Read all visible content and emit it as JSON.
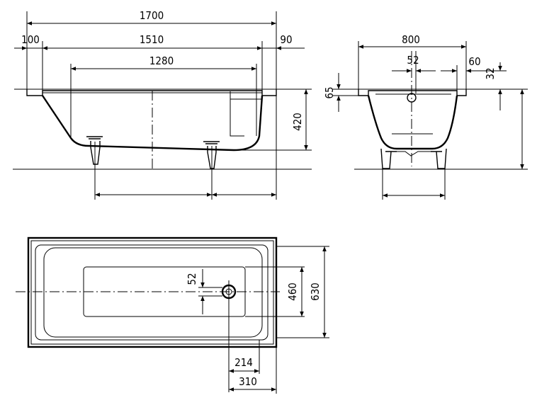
{
  "dimensions": {
    "overall_length": "1700",
    "left_rim": "100",
    "inner_length": "1510",
    "right_rim": "90",
    "bottom_length": "1280",
    "height_to_rim": "420",
    "end_width": "800",
    "drain_offset": "52",
    "end_rim": "60",
    "rim_thickness_65": "65",
    "rim_thickness_32": "32",
    "plan_drain_offset": "52",
    "plan_inner_width": "460",
    "plan_outer_width": "630",
    "drain_to_end": "214",
    "drain_to_edge": "310"
  }
}
